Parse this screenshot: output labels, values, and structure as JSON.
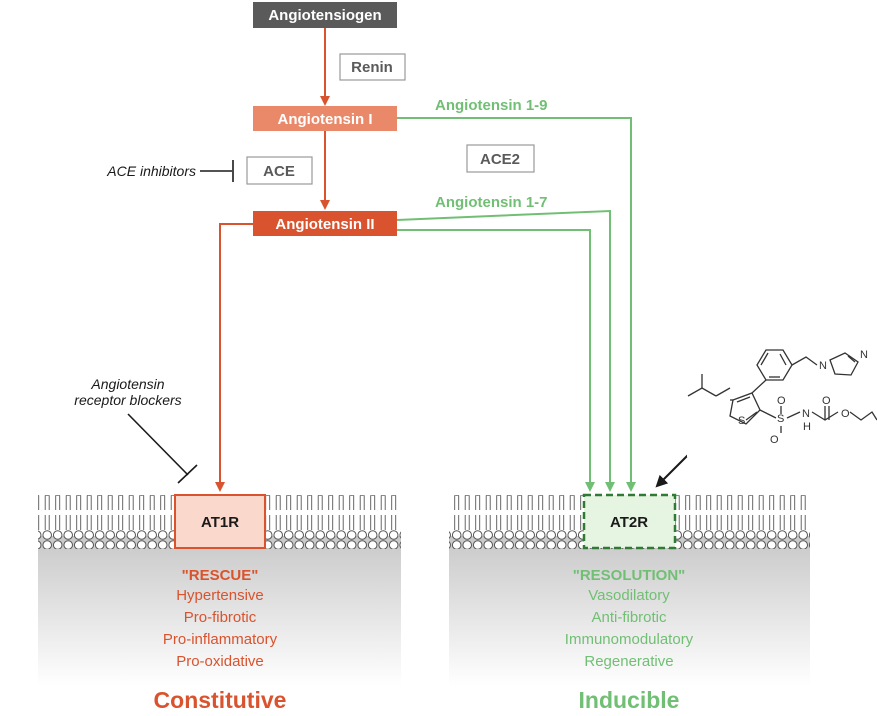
{
  "colors": {
    "dark_gray": "#5a5a5a",
    "angiotensin_i": "#e9896a",
    "angiotensin_ii": "#d9532e",
    "red_arrow": "#d9532e",
    "green": "#71bf74",
    "label_gray": "#5a5a5a",
    "black": "#1a1a1a",
    "at1r_fill": "#fbd8cc",
    "at2r_fill": "#e6f4e2"
  },
  "nodes": {
    "angiotensiogen": "Angiotensiogen",
    "angiotensin_i": "Angiotensin I",
    "angiotensin_ii": "Angiotensin II"
  },
  "enzymes": {
    "renin": "Renin",
    "ace": "ACE",
    "ace2": "ACE2"
  },
  "inhibitors": {
    "ace_inhibitors": "ACE inhibitors",
    "arb_line1": "Angiotensin",
    "arb_line2": "receptor blockers"
  },
  "green_labels": {
    "ang_1_9": "Angiotensin 1-9",
    "ang_1_7": "Angiotensin 1-7"
  },
  "receptors": {
    "at1r": "AT1R",
    "at2r": "AT2R"
  },
  "at1r_effects": {
    "heading": "\"RESCUE\"",
    "items": [
      "Hypertensive",
      "Pro-fibrotic",
      "Pro-inflammatory",
      "Pro-oxidative"
    ],
    "footer": "Constitutive"
  },
  "at2r_effects": {
    "heading": "\"RESOLUTION\"",
    "items": [
      "Vasodilatory",
      "Anti-fibrotic",
      "Immunomodulatory",
      "Regenerative"
    ],
    "footer": "Inducible"
  },
  "molecule": {
    "atoms": [
      "N",
      "N",
      "S",
      "S",
      "O",
      "O",
      "N",
      "H",
      "O",
      "O"
    ]
  }
}
